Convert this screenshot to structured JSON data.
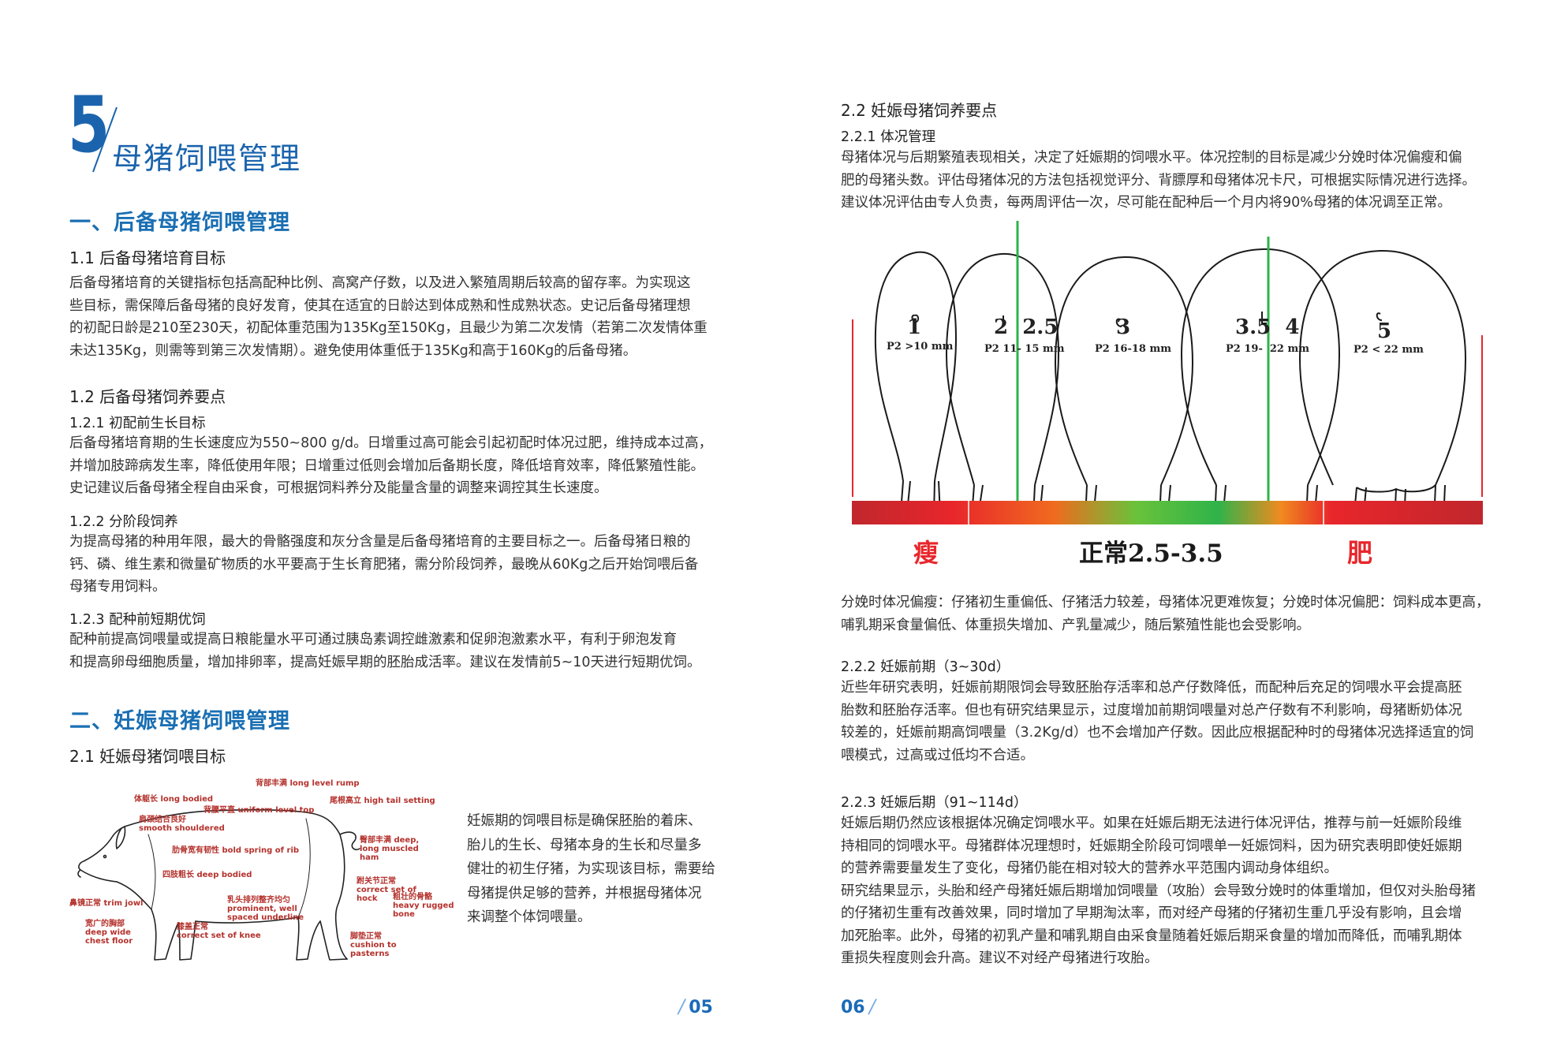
{
  "left_page": {
    "chapter_number": "5",
    "chapter_title": "母猪饲喂管理",
    "sec1_title": "一、后备母猪饲喂管理",
    "s11_title": "1.1  后备母猪培育目标",
    "s11_lines": [
      "后备母猪培育的关键指标包括高配种比例、高窝产仔数，以及进入繁殖周期后较高的留存率。为实现这",
      "些目标，需保障后备母猪的良好发育，使其在适宜的日龄达到体成熟和性成熟状态。史记后备母猪理想",
      "的初配日龄是210至230天，初配体重范围为135Kg至150Kg，且最少为第二次发情（若第二次发情体重",
      "未达135Kg，则需等到第三次发情期）。避免使用体重低于135Kg和高于160Kg的后备母猪。"
    ],
    "s12_title": "1.2  后备母猪饲养要点",
    "s121_title": "1.2.1  初配前生长目标",
    "s121_lines": [
      "后备母猪培育期的生长速度应为550~800 g/d。日增重过高可能会引起初配时体况过肥，维持成本过高，",
      "并增加肢蹄病发生率，降低使用年限；日增重过低则会增加后备期长度，降低培育效率，降低繁殖性能。",
      "史记建议后备母猪全程自由采食，可根据饲料养分及能量含量的调整来调控其生长速度。"
    ],
    "s122_title": "1.2.2  分阶段饲养",
    "s122_lines": [
      "为提高母猪的种用年限，最大的骨骼强度和灰分含量是后备母猪培育的主要目标之一。后备母猪日粮的",
      "钙、磷、维生素和微量矿物质的水平要高于生长育肥猪，需分阶段饲养，最晚从60Kg之后开始饲喂后备",
      "母猪专用饲料。"
    ],
    "s123_title": "1.2.3  配种前短期优饲",
    "s123_lines": [
      "配种前提高饲喂量或提高日粮能量水平可通过胰岛素调控雌激素和促卵泡激素水平，有利于卵泡发育",
      "和提高卵母细胞质量，增加排卵率，提高妊娠早期的胚胎成活率。建议在发情前5~10天进行短期优饲。"
    ],
    "sec2_title": "二、妊娠母猪饲喂管理",
    "s21_title": "2.1  妊娠母猪饲喂目标",
    "s21_lines": [
      "妊娠期的饲喂目标是确保胚胎的着床、",
      "胎儿的生长、母猪本身的生长和尽量多",
      "健壮的初生仔猪，为实现该目标，需要给",
      "母猪提供足够的营养，并根据母猪体况",
      "来调整个体饲喂量。"
    ],
    "pig_labels": {
      "rump": [
        "背部丰满 long level rump"
      ],
      "tail": [
        "尾根高立 high tail setting"
      ],
      "body": [
        "体躯长 long bodied"
      ],
      "level_top": [
        "背腰平直 uniform level top"
      ],
      "shoulder": [
        "肩颈结合良好",
        "smooth shouldered"
      ],
      "rib": [
        "肋骨宽有韧性 bold spring of rib"
      ],
      "ham": [
        "臀部丰满 deep,",
        "long muscled",
        "ham"
      ],
      "legs": [
        "四肢粗长 deep bodied"
      ],
      "jowl": [
        "鼻镜正常 trim jowl"
      ],
      "hock": [
        "跗关节正常",
        "correct set of",
        "hock"
      ],
      "underline": [
        "乳头排列整齐均匀",
        "prominent, well",
        "spaced underline"
      ],
      "bone": [
        "粗壮的骨骼",
        "heavy rugged",
        "bone"
      ],
      "chest": [
        "宽广的胸部",
        "deep wide",
        "chest floor"
      ],
      "knee": [
        "膝盖正常",
        "correct set of knee"
      ],
      "pastern": [
        "脚垫正常",
        "cushion to",
        "pasterns"
      ]
    },
    "page_number": "05"
  },
  "right_page": {
    "s22_title": "2.2  妊娠母猪饲养要点",
    "s221_title": "2.2.1 体况管理",
    "s221_lines": [
      "母猪体况与后期繁殖表现相关，决定了妊娠期的饲喂水平。体况控制的目标是减少分娩时体况偏瘦和偏",
      "肥的母猪头数。评估母猪体况的方法包括视觉评分、背膘厚和母猪体况卡尺，可根据实际情况进行选择。",
      "建议体况评估由专人负责，每两周评估一次，尽可能在配种后一个月内将90%母猪的体况调至正常。"
    ],
    "figure": {
      "sows": [
        {
          "score": "1",
          "p2": "P2 >10 mm"
        },
        {
          "score": "2  2.5",
          "p2": "P2 11- 15 mm"
        },
        {
          "score": "3",
          "p2": "P2 16-18 mm"
        },
        {
          "score": "3.5  4",
          "p2": "P2 19-  22 mm"
        },
        {
          "score": "5",
          "p2": "P2 < 22 mm"
        }
      ],
      "thin_label": "瘦",
      "normal_label": "正常2.5-3.5",
      "fat_label": "肥",
      "colors": {
        "thin": "#e8262b",
        "normal": "#2fb34a",
        "fat": "#e8262b",
        "bar_dark": "#c0272d"
      }
    },
    "after_fig_lines": [
      "分娩时体况偏瘦：仔猪初生重偏低、仔猪活力较差，母猪体况更难恢复；分娩时体况偏肥：饲料成本更高，",
      "哺乳期采食量偏低、体重损失增加、产乳量减少，随后繁殖性能也会受影响。"
    ],
    "s222_title": "2.2.2 妊娠前期（3~30d）",
    "s222_lines": [
      "近些年研究表明，妊娠前期限饲会导致胚胎存活率和总产仔数降低，而配种后充足的饲喂水平会提高胚",
      "胎数和胚胎存活率。但也有研究结果显示，过度增加前期饲喂量对总产仔数有不利影响，母猪断奶体况",
      "较差的，妊娠前期高饲喂量（3.2Kg/d）也不会增加产仔数。因此应根据配种时的母猪体况选择适宜的饲",
      "喂模式，过高或过低均不合适。"
    ],
    "s223_title": "2.2.3 妊娠后期（91~114d）",
    "s223_lines": [
      "妊娠后期仍然应该根据体况确定饲喂水平。如果在妊娠后期无法进行体况评估，推荐与前一妊娠阶段维",
      "持相同的饲喂水平。母猪群体况理想时，妊娠期全阶段可饲喂单一妊娠饲料，因为研究表明即使妊娠期",
      "的营养需要量发生了变化，母猪仍能在相对较大的营养水平范围内调动身体组织。",
      "研究结果显示，头胎和经产母猪妊娠后期增加饲喂量（攻胎）会导致分娩时的体重增加，但仅对头胎母猪",
      "的仔猪初生重有改善效果，同时增加了早期淘汰率，而对经产母猪的仔猪初生重几乎没有影响，且会增",
      "加死胎率。此外，母猪的初乳产量和哺乳期自由采食量随着妊娠后期采食量的增加而降低，而哺乳期体",
      "重损失程度则会升高。建议不对经产母猪进行攻胎。"
    ],
    "page_number": "06"
  }
}
